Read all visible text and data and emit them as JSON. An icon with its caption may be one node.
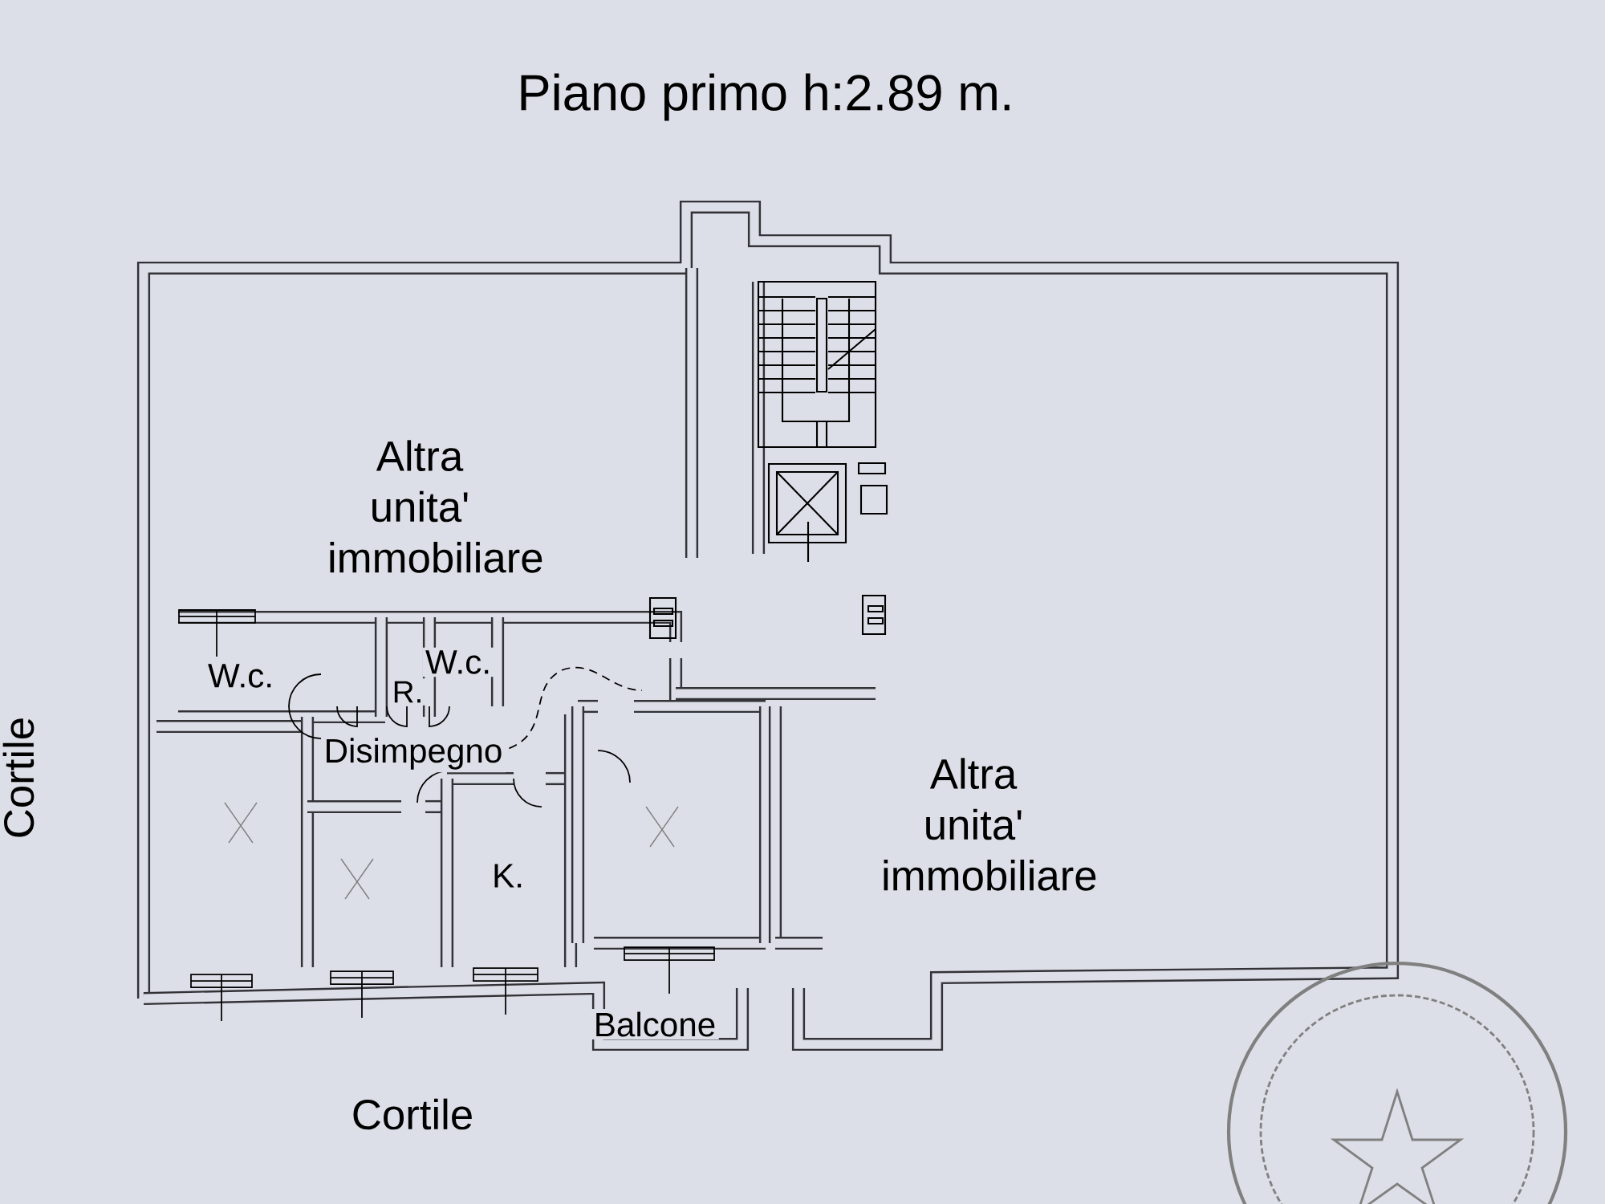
{
  "diagram": {
    "title": "Piano primo h:2.89 m.",
    "labels": [
      "Altra unita' immobiliare",
      "W.c.",
      "W.c.",
      "R.",
      "Disimpegno",
      "Cortile",
      "Altra unita' immobiliare",
      "K.",
      "Balcone",
      "Cortile"
    ]
  }
}
